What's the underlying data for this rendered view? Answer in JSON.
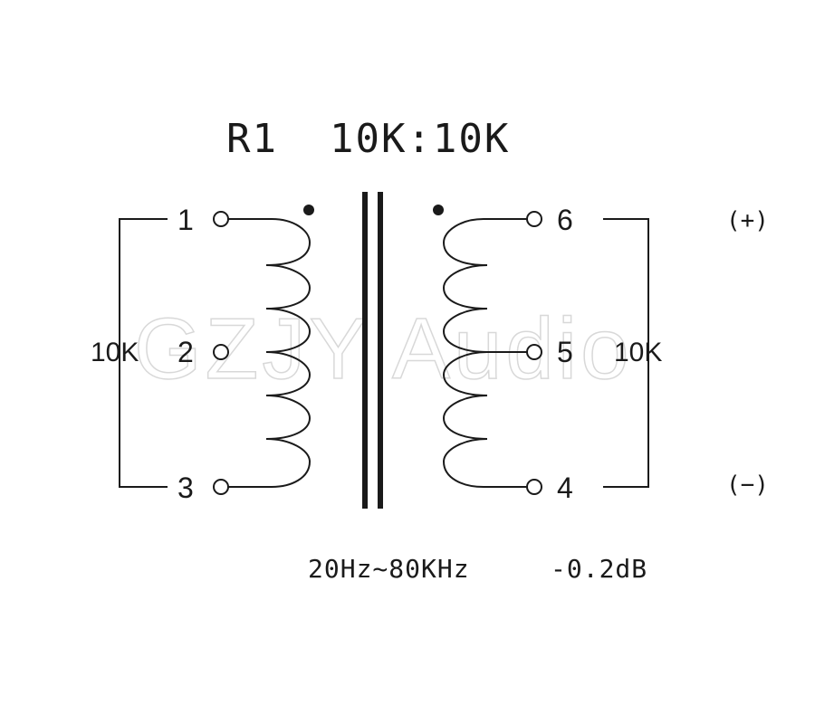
{
  "title": "R1  10K:10K",
  "watermark": "GZJY Audio",
  "primary": {
    "pins": [
      "1",
      "2",
      "3"
    ],
    "impedance": "10K"
  },
  "secondary": {
    "pins": [
      "6",
      "5",
      "4"
    ],
    "impedance": "10K",
    "polarity_plus": "(+)",
    "polarity_minus": "(−)"
  },
  "spec": {
    "frequency": "20Hz~80KHz",
    "response": "-0.2dB"
  }
}
